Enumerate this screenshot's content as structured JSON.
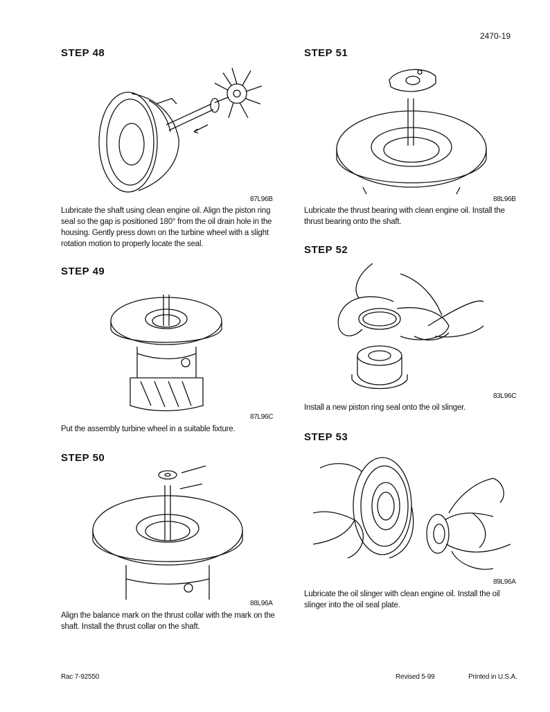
{
  "page_number": "2470-19",
  "steps": [
    {
      "heading": "STEP 48",
      "figure_code": "87L96B",
      "text": "Lubricate the shaft using clean engine oil. Align the piston ring seal so the gap is positioned 180° from the oil drain hole in the housing. Gently press down on the turbine wheel with a slight rotation motion to properly locate the seal."
    },
    {
      "heading": "STEP 49",
      "figure_code": "87L96C",
      "text": "Put the assembly turbine wheel in a suitable fixture."
    },
    {
      "heading": "STEP 50",
      "figure_code": "88L96A",
      "text": "Align the balance mark on the thrust collar with the mark on the shaft. Install the thrust collar on the shaft."
    },
    {
      "heading": "STEP 51",
      "figure_code": "88L96B",
      "text": "Lubricate the thrust bearing with clean engine oil. Install the thrust bearing onto the shaft."
    },
    {
      "heading": "STEP 52",
      "figure_code": "83L96C",
      "text": "Install a new piston ring seal onto the oil slinger."
    },
    {
      "heading": "STEP 53",
      "figure_code": "89L96A",
      "text": "Lubricate the oil slinger with clean engine oil. Install the oil slinger into the oil seal plate."
    }
  ],
  "footer": {
    "left": "Rac 7-92550",
    "revised": "Revised 5-99",
    "printed": "Printed in U.S.A."
  }
}
